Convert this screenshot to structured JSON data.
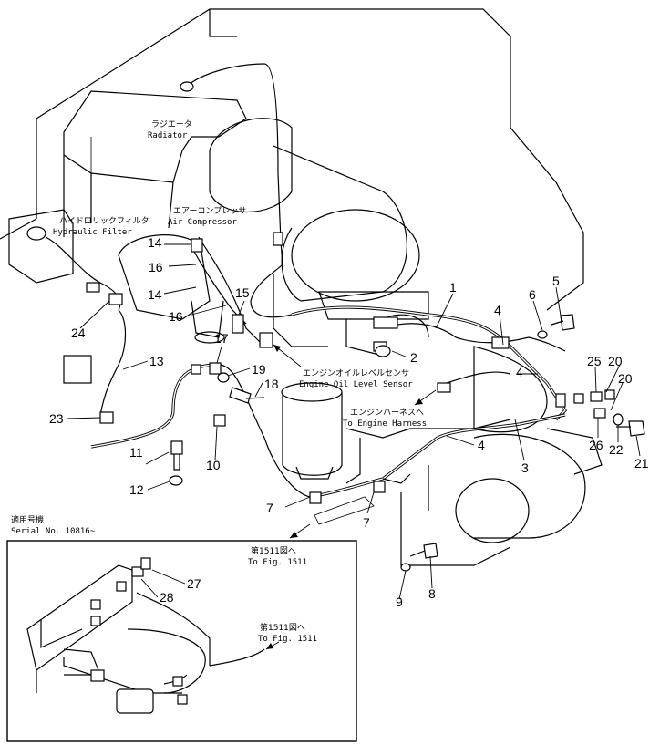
{
  "labels": {
    "radiator_jp": "ラジエータ",
    "radiator_en": "Radiator",
    "hydraulic_filter_jp": "ハイドロリックフィルタ",
    "hydraulic_filter_en": "Hydraulic Filter",
    "air_compressor_jp": "エアーコンプレッサ",
    "air_compressor_en": "Air Compressor",
    "oil_sensor_jp": "エンジンオイルレベルセンサ",
    "oil_sensor_en": "Engine Oil Level Sensor",
    "engine_harness_jp": "エンジンハーネスへ",
    "engine_harness_en": "To Engine Harness",
    "to_fig_jp": "第1511図へ",
    "to_fig_en": "To Fig. 1511",
    "serial_jp": "適用号機",
    "serial_en": "Serial No. 10816~",
    "inset_to_fig_jp": "第1511図へ",
    "inset_to_fig_en": "To Fig. 1511"
  },
  "callouts": [
    "1",
    "2",
    "3",
    "4",
    "4",
    "4",
    "5",
    "6",
    "7",
    "7",
    "8",
    "9",
    "10",
    "11",
    "12",
    "13",
    "14",
    "14",
    "15",
    "16",
    "16",
    "17",
    "18",
    "19",
    "20",
    "20",
    "21",
    "22",
    "23",
    "24",
    "25",
    "26",
    "27",
    "28"
  ]
}
